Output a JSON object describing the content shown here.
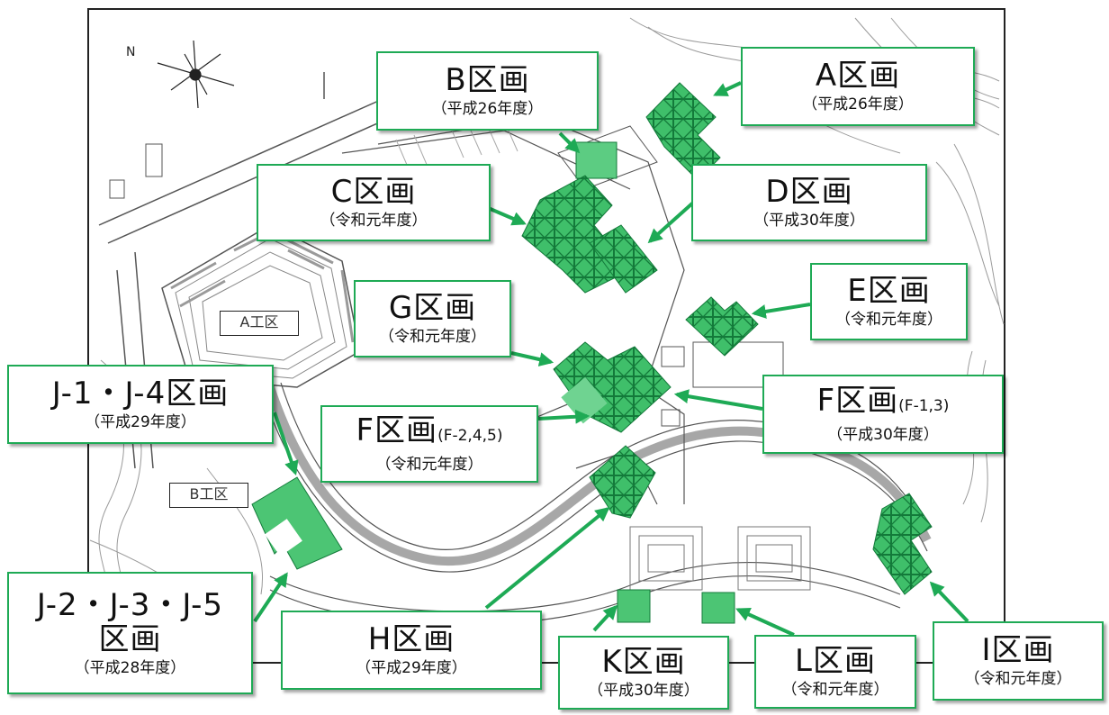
{
  "map": {
    "accent_color": "#1eaa55",
    "fill_color": "#3fbf6a",
    "north_label": "N"
  },
  "koku": {
    "a": "A工区",
    "b": "B工区"
  },
  "sections": [
    {
      "id": "B",
      "title": "B区画",
      "year": "（平成26年度）"
    },
    {
      "id": "A",
      "title": "A区画",
      "year": "（平成26年度）"
    },
    {
      "id": "C",
      "title": "C区画",
      "year": "（令和元年度）"
    },
    {
      "id": "D",
      "title": "D区画",
      "year": "（平成30年度）"
    },
    {
      "id": "E",
      "title": "E区画",
      "year": "（令和元年度）"
    },
    {
      "id": "G",
      "title": "G区画",
      "year": "（令和元年度）"
    },
    {
      "id": "J14",
      "title": "J-1・J-4区画",
      "year": "（平成29年度）"
    },
    {
      "id": "F245",
      "title": "F区画",
      "suffix": "(F-2,4,5)",
      "year": "（令和元年度）"
    },
    {
      "id": "F13",
      "title": "F区画",
      "suffix": "(F-1,3)",
      "year": "（平成30年度）"
    },
    {
      "id": "J235",
      "title": "J-2・J-3・J-5",
      "title2": "区画",
      "year": "（平成28年度）"
    },
    {
      "id": "H",
      "title": "H区画",
      "year": "（平成29年度）"
    },
    {
      "id": "K",
      "title": "K区画",
      "year": "（平成30年度）"
    },
    {
      "id": "L",
      "title": "L区画",
      "year": "（令和元年度）"
    },
    {
      "id": "I",
      "title": "I区画",
      "year": "（令和元年度）"
    }
  ]
}
